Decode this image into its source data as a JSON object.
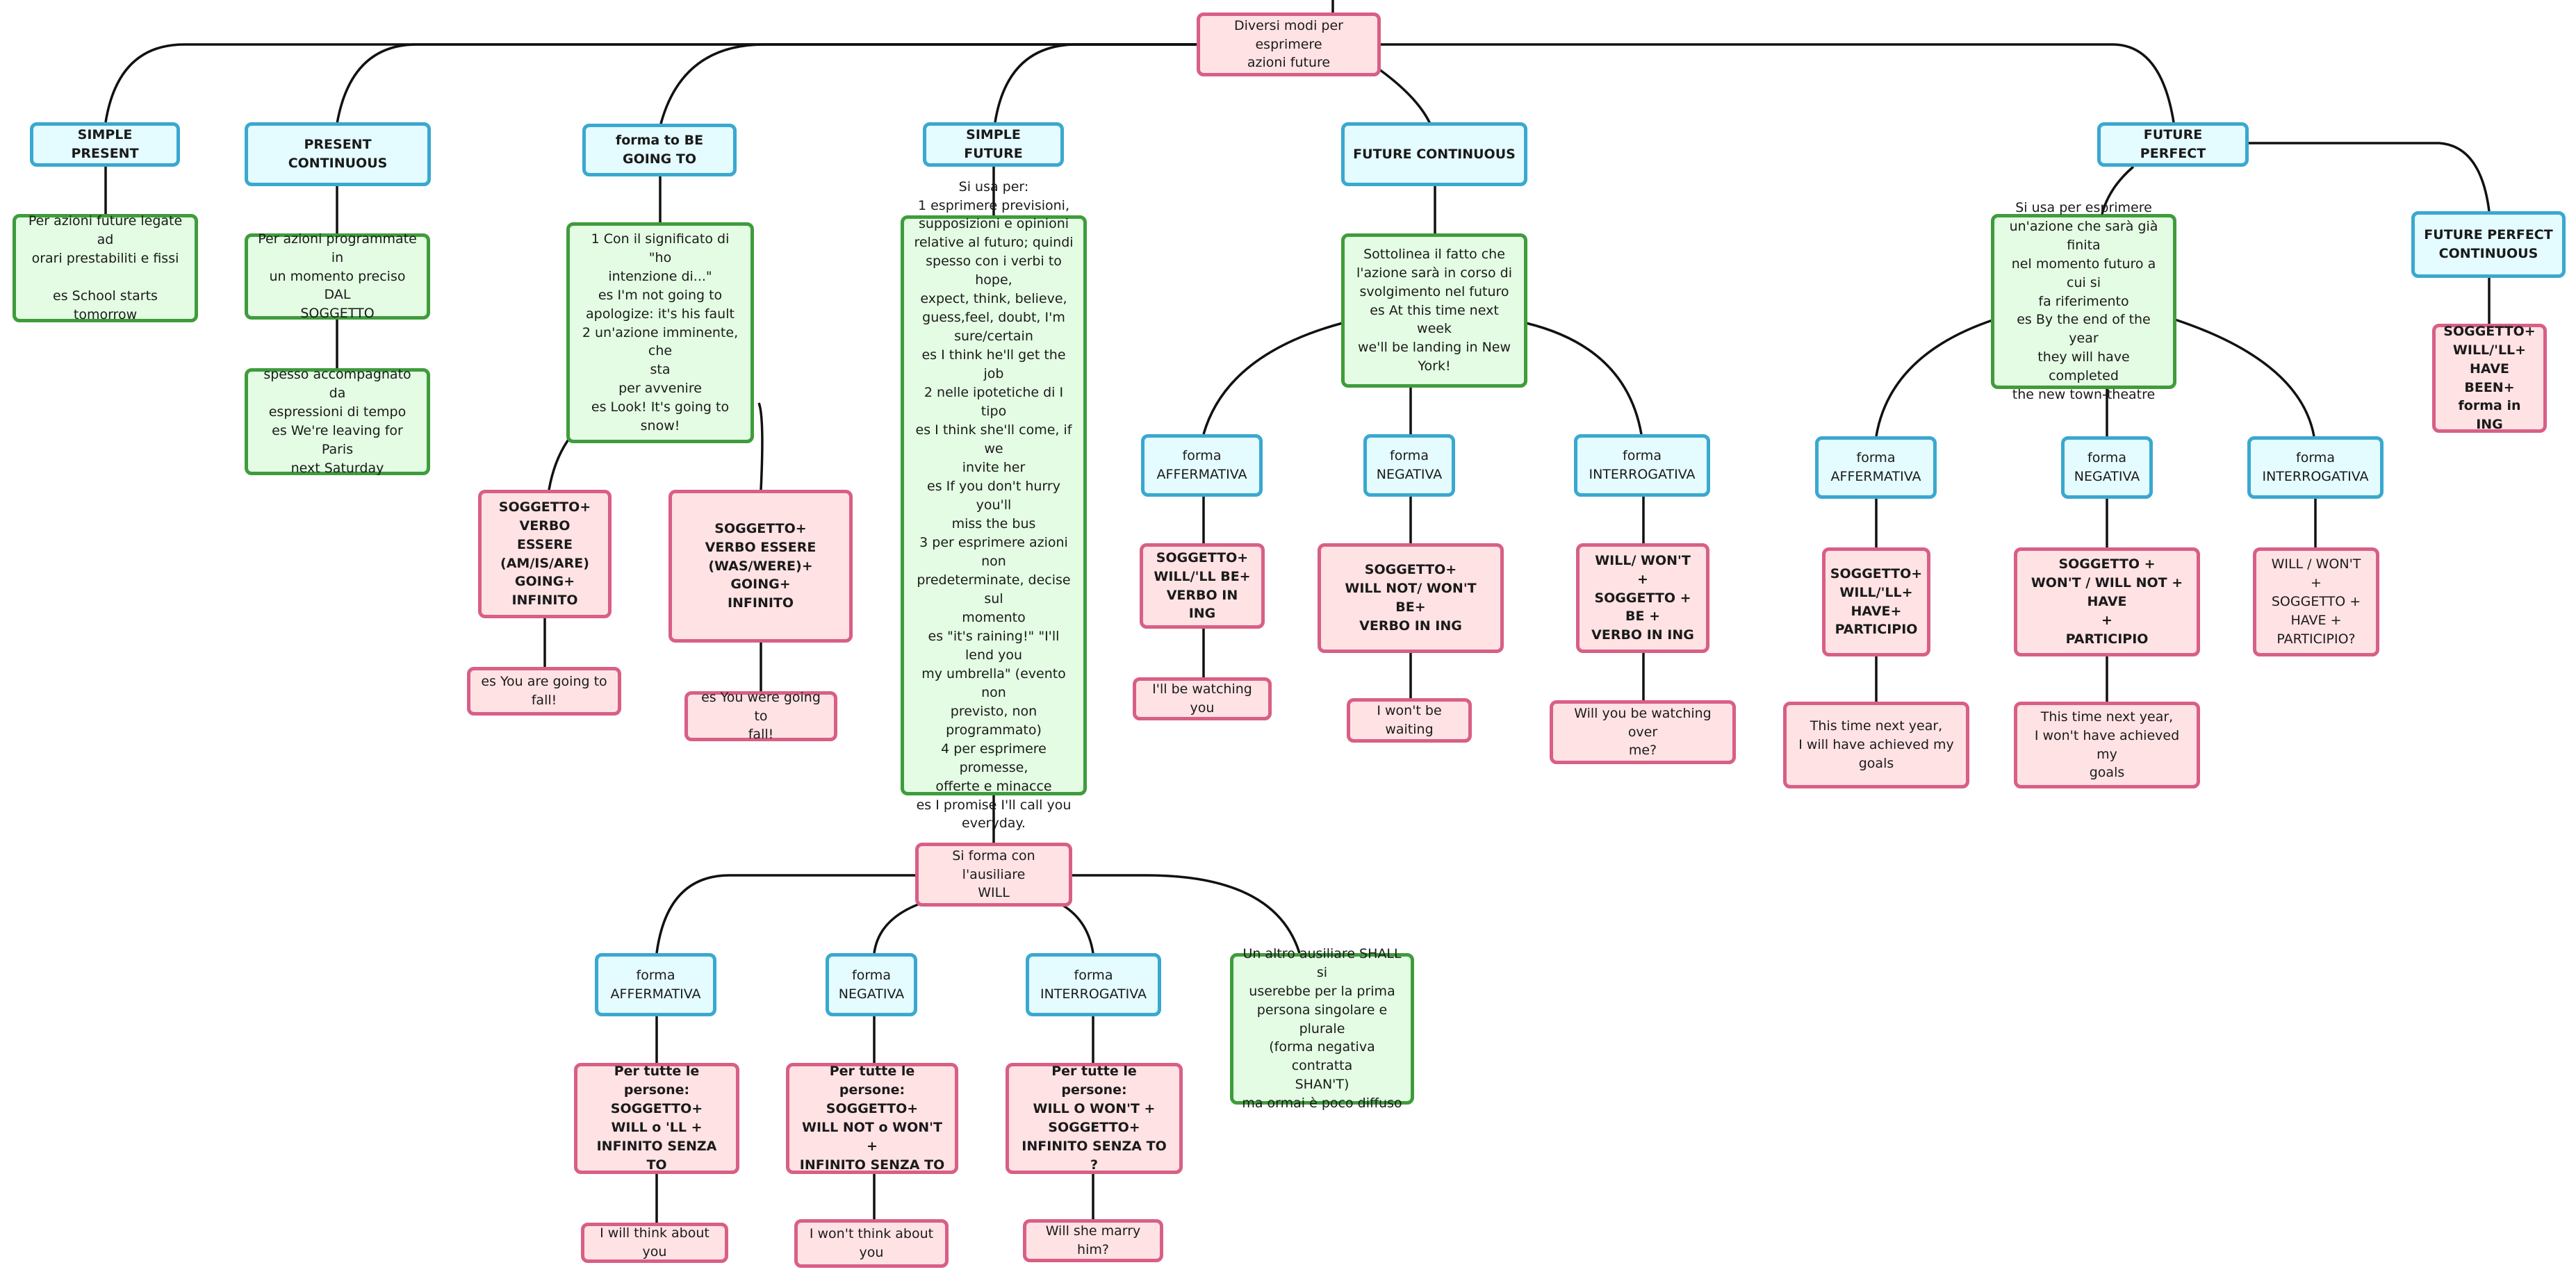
{
  "diagram": {
    "root": "Diversi modi per esprimere\nazioni future",
    "simple_present": {
      "title": "SIMPLE PRESENT",
      "desc": "Per azioni future legate ad\norari prestabiliti e fissi\n\nes School starts tomorrow"
    },
    "present_continuous": {
      "title": "PRESENT CONTINUOUS",
      "desc": "Per azioni programmate in\nun momento preciso DAL\nSOGGETTO",
      "note": "spesso accompagnato da\nespressioni di tempo\nes We're leaving for Paris\nnext Saturday"
    },
    "going_to": {
      "title": "forma to BE GOING TO",
      "desc": "1 Con il significato di \"ho\nintenzione di...\"\nes I'm not going to\napologize: it's his fault\n2 un'azione imminente, che\nsta\nper avvenire\nes Look! It's going to snow!",
      "formula_present": "SOGGETTO+\nVERBO ESSERE\n(AM/IS/ARE)\nGOING+\nINFINITO",
      "example_present": "es You are going to fall!",
      "formula_past": "SOGGETTO+\nVERBO ESSERE\n(WAS/WERE)+\nGOING+\nINFINITO",
      "example_past": "es You were going to\nfall!"
    },
    "simple_future": {
      "title": "SIMPLE FUTURE",
      "desc": "Si usa per:\n1 esprimere previsioni,\nsupposizioni e opinioni\nrelative al futuro; quindi\nspesso con i verbi to hope,\nexpect, think, believe,\nguess,feel, doubt, I'm\nsure/certain\nes I think he'll get the job\n2 nelle ipotetiche di I tipo\nes I think she'll come, if we\ninvite her\nes If you don't hurry you'll\nmiss the bus\n3 per esprimere azioni non\npredeterminate, decise sul\nmomento\nes \"it's raining!\" \"I'll lend you\nmy umbrella\" (evento non\nprevisto, non programmato)\n4 per esprimere promesse,\nofferte e minacce\nes I promise I'll call you\neveryday.",
      "will_node": "Si forma con l'ausiliare\nWILL",
      "aff_label": "forma\nAFFERMATIVA",
      "aff_formula": "Per tutte le persone:\nSOGGETTO+\nWILL o 'LL +\nINFINITO SENZA TO",
      "aff_example": "I will think about you",
      "neg_label": "forma\nNEGATIVA",
      "neg_formula": "Per tutte le persone:\nSOGGETTO+\nWILL NOT o WON'T +\nINFINITO SENZA TO",
      "neg_example": "I won't think about you",
      "int_label": "forma\nINTERROGATIVA",
      "int_formula": "Per tutte le persone:\nWILL O WON'T +\nSOGGETTO+\nINFINITO SENZA TO ?",
      "int_example": "Will she marry him?",
      "shall_note": "Un altro ausiliare SHALL si\nuserebbe per la prima\npersona singolare e plurale\n(forma negativa contratta\nSHAN'T)\nma ormai è poco diffuso"
    },
    "future_continuous": {
      "title": "FUTURE CONTINUOUS",
      "desc": "Sottolinea il fatto che\nl'azione sarà in corso di\nsvolgimento nel futuro\nes At this time next week\nwe'll be landing in New\nYork!",
      "aff_label": "forma\nAFFERMATIVA",
      "aff_formula": "SOGGETTO+\nWILL/'LL BE+\nVERBO IN ING",
      "aff_example": "I'll be watching you",
      "neg_label": "forma\nNEGATIVA",
      "neg_formula": "SOGGETTO+\nWILL NOT/ WON'T BE+\nVERBO IN ING",
      "neg_example": "I won't be waiting",
      "int_label": "forma\nINTERROGATIVA",
      "int_formula": "WILL/ WON'T +\nSOGGETTO +\nBE +\nVERBO IN ING",
      "int_example": "Will you be watching over\nme?"
    },
    "future_perfect": {
      "title": "FUTURE PERFECT",
      "desc": "Si usa per esprimere\nun'azione che sarà già finita\nnel momento futuro a cui si\nfa riferimento\nes By the end of the year\nthey will have completed\nthe new town-theatre",
      "aff_label": "forma\nAFFERMATIVA",
      "aff_formula": "SOGGETTO+\nWILL/'LL+\nHAVE+\nPARTICIPIO",
      "aff_example": "This time next year,\nI will have achieved my\ngoals",
      "neg_label": "forma\nNEGATIVA",
      "neg_formula": "SOGGETTO +\nWON'T / WILL NOT + HAVE\n+\nPARTICIPIO",
      "neg_example": "This time next year,\nI won't have achieved my\ngoals",
      "int_label": "forma\nINTERROGATIVA",
      "int_formula": "WILL / WON'T +\nSOGGETTO +\nHAVE +\nPARTICIPIO?"
    },
    "future_perfect_continuous": {
      "title": "FUTURE PERFECT\nCONTINUOUS",
      "formula": "SOGGETTO+\nWILL/'LL+\nHAVE BEEN+\nforma in ING"
    }
  }
}
